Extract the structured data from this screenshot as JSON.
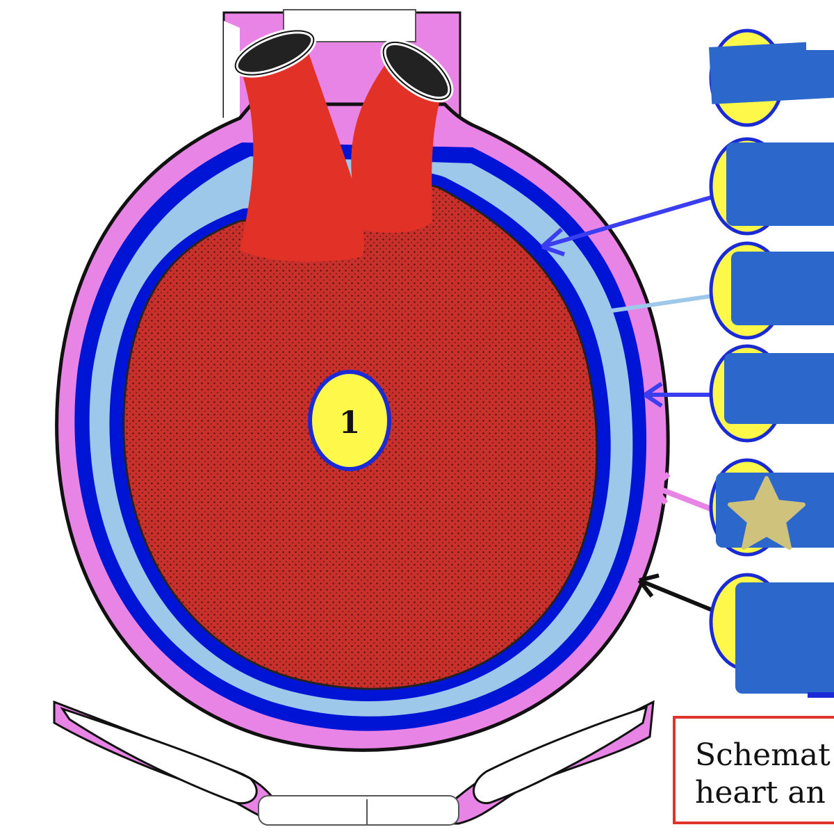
{
  "diagram": {
    "center_label": "1",
    "caption_lines": [
      "Schemat",
      "heart an"
    ],
    "label_slots": [
      {
        "id": "a",
        "marker": ""
      },
      {
        "id": "b",
        "marker": ""
      },
      {
        "id": "c",
        "marker": ""
      },
      {
        "id": "d",
        "marker": ""
      },
      {
        "id": "e",
        "marker": "star"
      },
      {
        "id": "f",
        "marker": ""
      }
    ]
  },
  "colors": {
    "heart": "#c8302c",
    "vessel": "#e23127",
    "outer_pericardium": "#e884e6",
    "pericardial_line": "#0014d6",
    "pericardial_cavity": "#9ec8ea",
    "label_box": "#2c68cc",
    "label_marker": "#fdf84a",
    "label_marker_border": "#1a2bd6",
    "star": "#cfc27c",
    "caption_border": "#e0332b"
  }
}
